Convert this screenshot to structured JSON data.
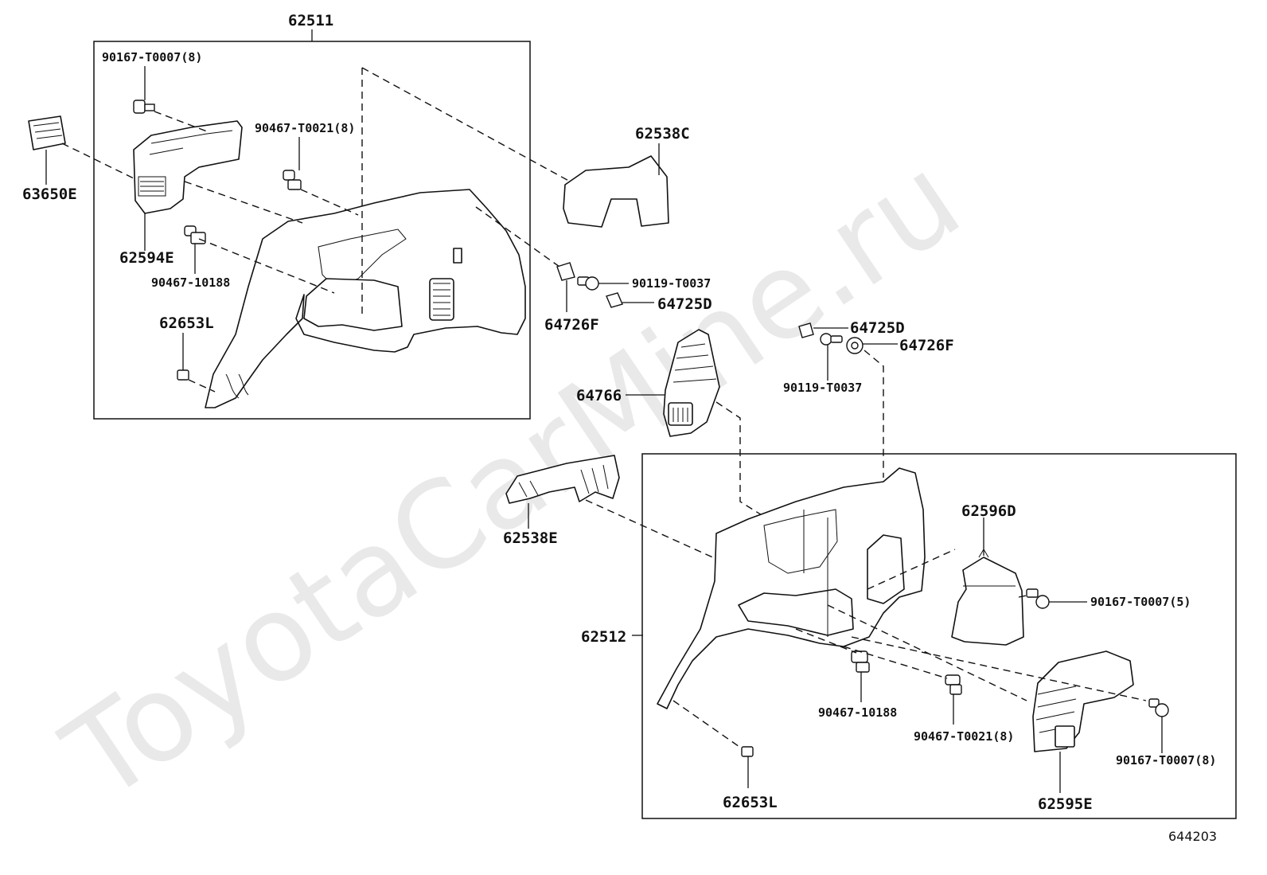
{
  "watermark": "ToyotaCarMine.ru",
  "figure_number": "644203",
  "assemblies": {
    "upper_left": "62511",
    "lower_right": "62512"
  },
  "labels": {
    "p_90167_T0007_8_top": "90167-T0007(8)",
    "p_63650E": "63650E",
    "p_90467_T0021_8_top": "90467-T0021(8)",
    "p_62594E": "62594E",
    "p_90467_10188_top": "90467-10188",
    "p_62653L_top": "62653L",
    "p_62538C": "62538C",
    "p_90119_T0037_a": "90119-T0037",
    "p_64725D_a": "64725D",
    "p_64726F_a": "64726F",
    "p_64725D_b": "64725D",
    "p_64726F_b": "64726F",
    "p_90119_T0037_b": "90119-T0037",
    "p_64766": "64766",
    "p_62538E": "62538E",
    "p_62596D": "62596D",
    "p_90167_T0007_5": "90167-T0007(5)",
    "p_62512_side": "62512",
    "p_90467_10188_bot": "90467-10188",
    "p_90467_T0021_8_bot": "90467-T0021(8)",
    "p_90167_T0007_8_bot": "90167-T0007(8)",
    "p_62653L_bot": "62653L",
    "p_62595E": "62595E"
  }
}
